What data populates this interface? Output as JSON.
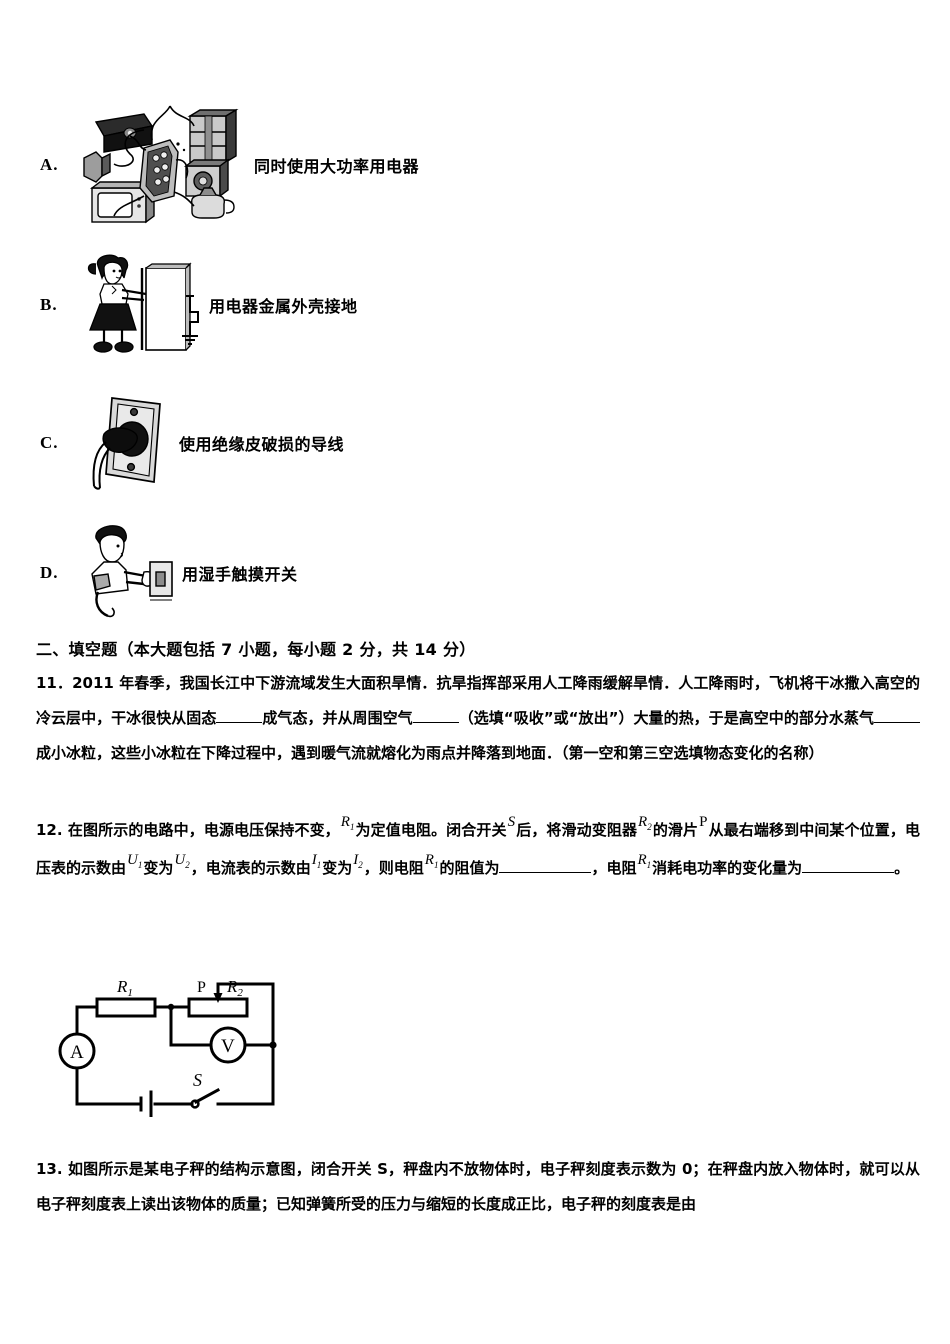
{
  "options": [
    {
      "letter": "A.",
      "caption": "同时使用大功率用电器",
      "figure_name": "many-appliances-one-outlet-illustration"
    },
    {
      "letter": "B.",
      "caption": "用电器金属外壳接地",
      "figure_name": "grounded-refrigerator-illustration"
    },
    {
      "letter": "C.",
      "caption": "使用绝缘皮破损的导线",
      "figure_name": "damaged-insulation-wire-outlet-illustration"
    },
    {
      "letter": "D.",
      "caption": "用湿手触摸开关",
      "figure_name": "wet-hand-touching-switch-illustration"
    }
  ],
  "section": {
    "heading": "二、填空题（本大题包括 7 小题，每小题 2 分，共 14 分）"
  },
  "questions": {
    "q11": {
      "number": "11．",
      "part1": "2011 年春季，我国长江中下游流域发生大面积旱情．抗旱指挥部采用人工降雨缓解旱情．人工降雨时，飞机将干冰撒入高空的冷云层中，干冰很快从固态",
      "part2": "成气态，并从周围空气",
      "part3": "（选填“吸收”或“放出”）大量的热，于是高空中的部分水蒸气",
      "part4": "成小冰粒，这些小冰粒在下降过程中，遇到暖气流就熔化为雨点并降落到地面．（第一空和第三空选填物态变化的名称）"
    },
    "q12": {
      "number": "12.",
      "t1": "在图所示的电路中，电源电压保持不变，",
      "v1": "R",
      "v1sub": "1",
      "t2": "为定值电阻。闭合开关",
      "v2": "S",
      "t3": "后，将滑动变阻器",
      "v3": "R",
      "v3sub": "2",
      "t4": "的滑片",
      "v4": "P",
      "t5": "从最右端移到中间某个位置，电压表的示数由",
      "v5": "U",
      "v5sub": "1",
      "t6": "变为",
      "v6": "U",
      "v6sub": "2",
      "t7": "，电流表的示数由",
      "v7": "I",
      "v7sub": "1",
      "t8": "变为",
      "v8": "I",
      "v8sub": "2",
      "t9": "，则电阻",
      "v9": "R",
      "v9sub": "1",
      "t10": "的阻值为",
      "t11": "，电阻",
      "v10": "R",
      "v10sub": "1",
      "t12": "消耗电功率的变化量为",
      "t13": "。"
    },
    "q13": {
      "number": "13.",
      "text": "如图所示是某电子秤的结构示意图，闭合开关 S，秤盘内不放物体时，电子秤刻度表示数为 0；在秤盘内放入物体时，就可以从电子秤刻度表上读出该物体的质量；已知弹簧所受的压力与缩短的长度成正比，电子秤的刻度表是由"
    }
  },
  "circuit": {
    "name": "series-circuit-with-ammeter-voltmeter-rheostat",
    "labels": {
      "r1": "R",
      "r1_sub": "1",
      "r2": "R",
      "r2_sub": "2",
      "slider": "P",
      "ammeter": "A",
      "voltmeter": "V",
      "switch": "S"
    }
  },
  "colors": {
    "ink": "#000000",
    "paper": "#ffffff",
    "figure_gray": "#9a9a9a",
    "figure_light": "#d8d8d8"
  }
}
